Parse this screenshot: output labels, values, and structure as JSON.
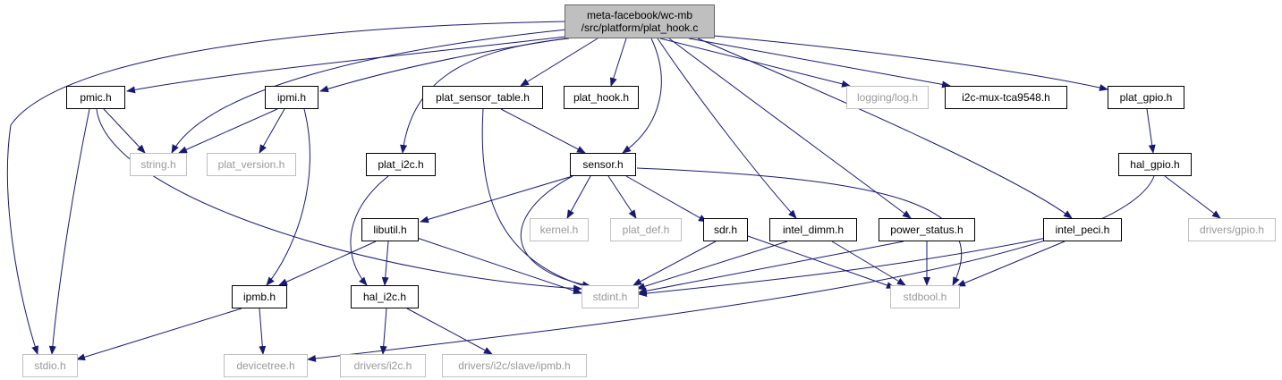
{
  "colors": {
    "edge": "#191970",
    "node_border": "#000000",
    "ext_border": "#bfbfbf",
    "ext_text": "#999999",
    "root_fill": "#bfbfbf"
  },
  "root": {
    "line1": "meta-facebook/wc-mb",
    "line2": "/src/platform/plat_hook.c"
  },
  "nodes": {
    "pmic_h": "pmic.h",
    "ipmi_h": "ipmi.h",
    "plat_sensor_table_h": "plat_sensor_table.h",
    "plat_hook_h": "plat_hook.h",
    "logging_log_h": "logging/log.h",
    "i2c_mux_h": "i2c-mux-tca9548.h",
    "plat_gpio_h": "plat_gpio.h",
    "string_h": "string.h",
    "plat_version_h": "plat_version.h",
    "plat_i2c_h": "plat_i2c.h",
    "sensor_h": "sensor.h",
    "hal_gpio_h": "hal_gpio.h",
    "libutil_h": "libutil.h",
    "kernel_h": "kernel.h",
    "plat_def_h": "plat_def.h",
    "sdr_h": "sdr.h",
    "intel_dimm_h": "intel_dimm.h",
    "power_status_h": "power_status.h",
    "intel_peci_h": "intel_peci.h",
    "drivers_gpio_h": "drivers/gpio.h",
    "ipmb_h": "ipmb.h",
    "hal_i2c_h": "hal_i2c.h",
    "stdint_h": "stdint.h",
    "stdbool_h": "stdbool.h",
    "stdio_h": "stdio.h",
    "devicetree_h": "devicetree.h",
    "drivers_i2c_h": "drivers/i2c.h",
    "drivers_i2c_slave_ipmb_h": "drivers/i2c/slave/ipmb.h"
  }
}
